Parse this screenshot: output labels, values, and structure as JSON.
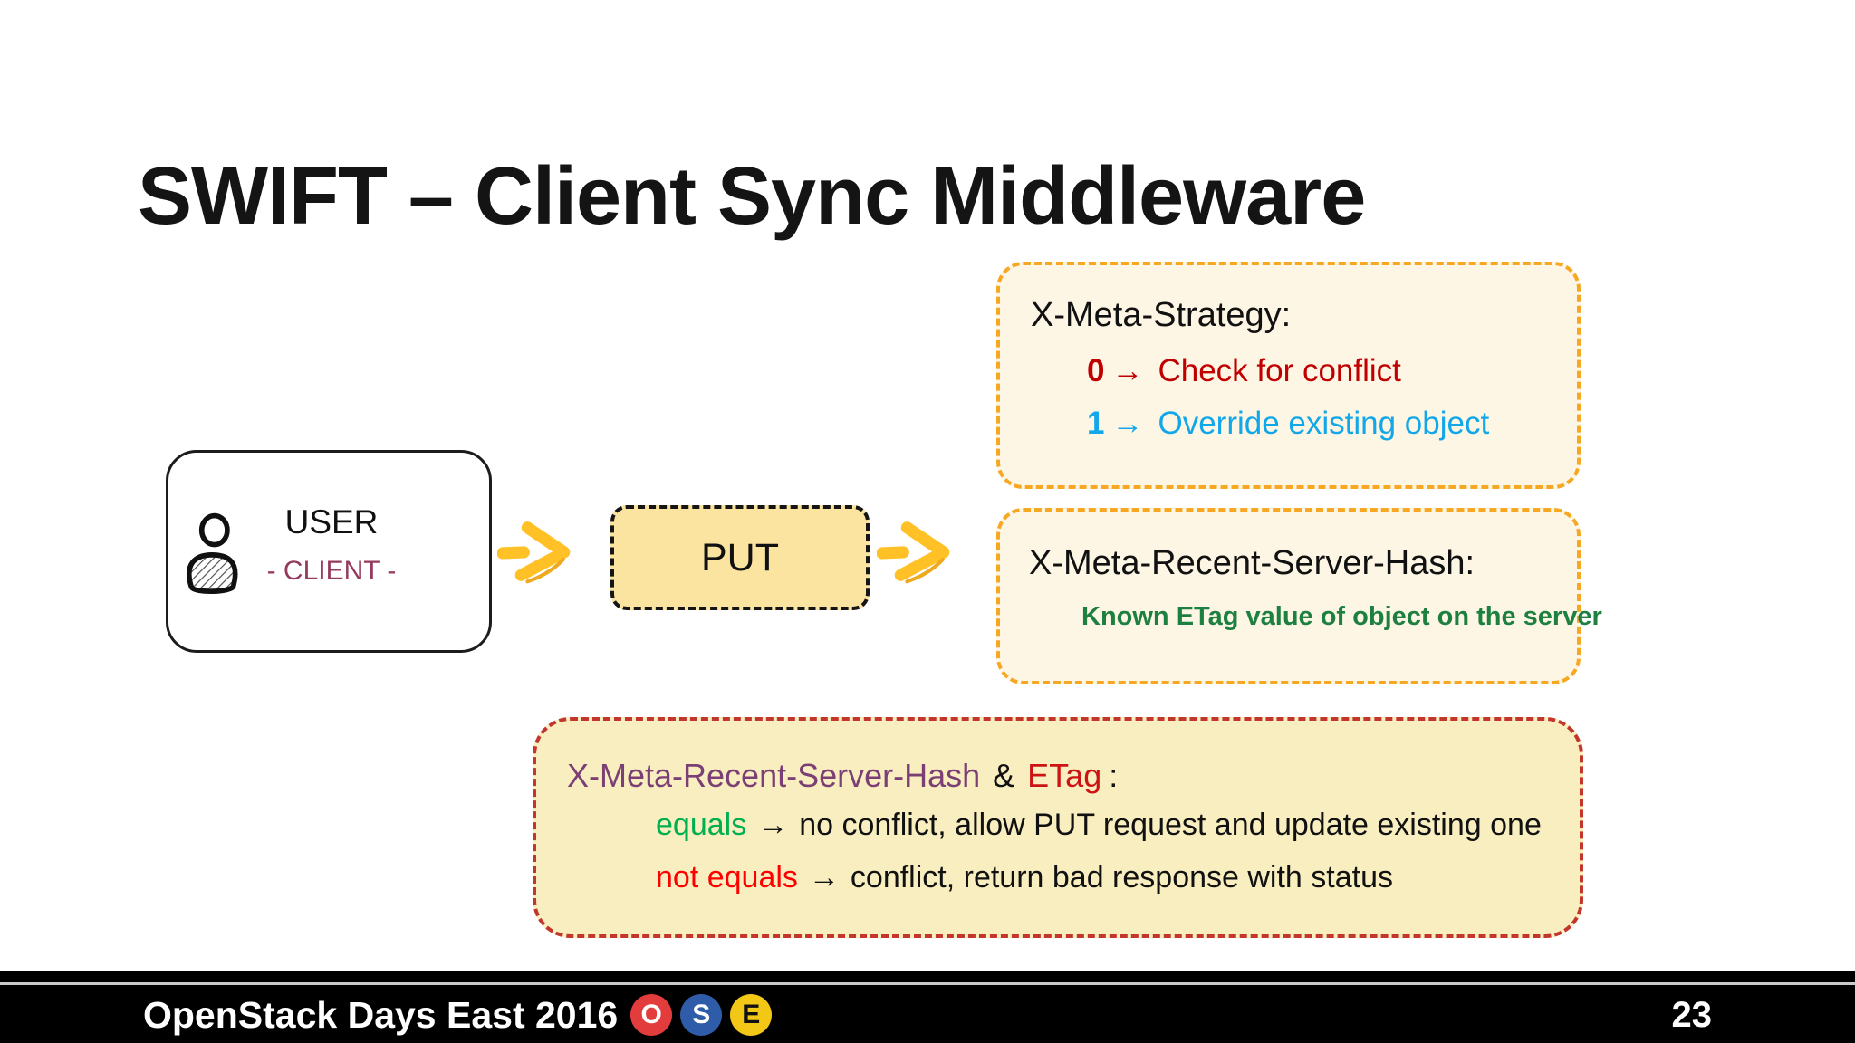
{
  "title": "SWIFT – Client Sync Middleware",
  "user_box": {
    "label": "USER",
    "sublabel": "- CLIENT -"
  },
  "put_box": {
    "label": "PUT"
  },
  "strategy_box": {
    "title": "X-Meta-Strategy:",
    "options": [
      {
        "key": "0",
        "arrow": "→",
        "text": "Check for conflict"
      },
      {
        "key": "1",
        "arrow": "→",
        "text": "Override existing object"
      }
    ]
  },
  "hash_box": {
    "title": "X-Meta-Recent-Server-Hash:",
    "note": "Known ETag value of object on the server"
  },
  "logic_box": {
    "term_hash": "X-Meta-Recent-Server-Hash",
    "ampersand": "&",
    "term_etag": "ETag",
    "colon": ":",
    "rules": [
      {
        "condition": "equals",
        "arrow": "→",
        "outcome": "no conflict, allow PUT request and update existing one"
      },
      {
        "condition": "not equals",
        "arrow": "→",
        "outcome": "conflict, return bad response with status"
      }
    ]
  },
  "footer": {
    "event": "OpenStack Days East 2016",
    "badges": [
      {
        "letter": "O",
        "bg": "#E23C3C",
        "fg": "#FFFFFF"
      },
      {
        "letter": "S",
        "bg": "#2F5CA8",
        "fg": "#FFFFFF"
      },
      {
        "letter": "E",
        "bg": "#F3C716",
        "fg": "#111111"
      }
    ],
    "page_number": "23"
  },
  "colors": {
    "arrow_yellow": "#FFC125",
    "cream_box_bg": "#FDF6E4",
    "cream_box_border": "#F7A823",
    "put_box_bg": "#FBE3A0",
    "logic_box_bg": "#F8EEBF",
    "logic_box_border": "#C2362B",
    "red_text": "#C00000",
    "bright_red_text": "#FF0000",
    "blue_text": "#12A7E8",
    "green_dark_text": "#1E8040",
    "green_bright_text": "#00B050",
    "purple_text": "#7B3F75",
    "maroon_text": "#943A5E",
    "footer_bg": "#000000"
  }
}
